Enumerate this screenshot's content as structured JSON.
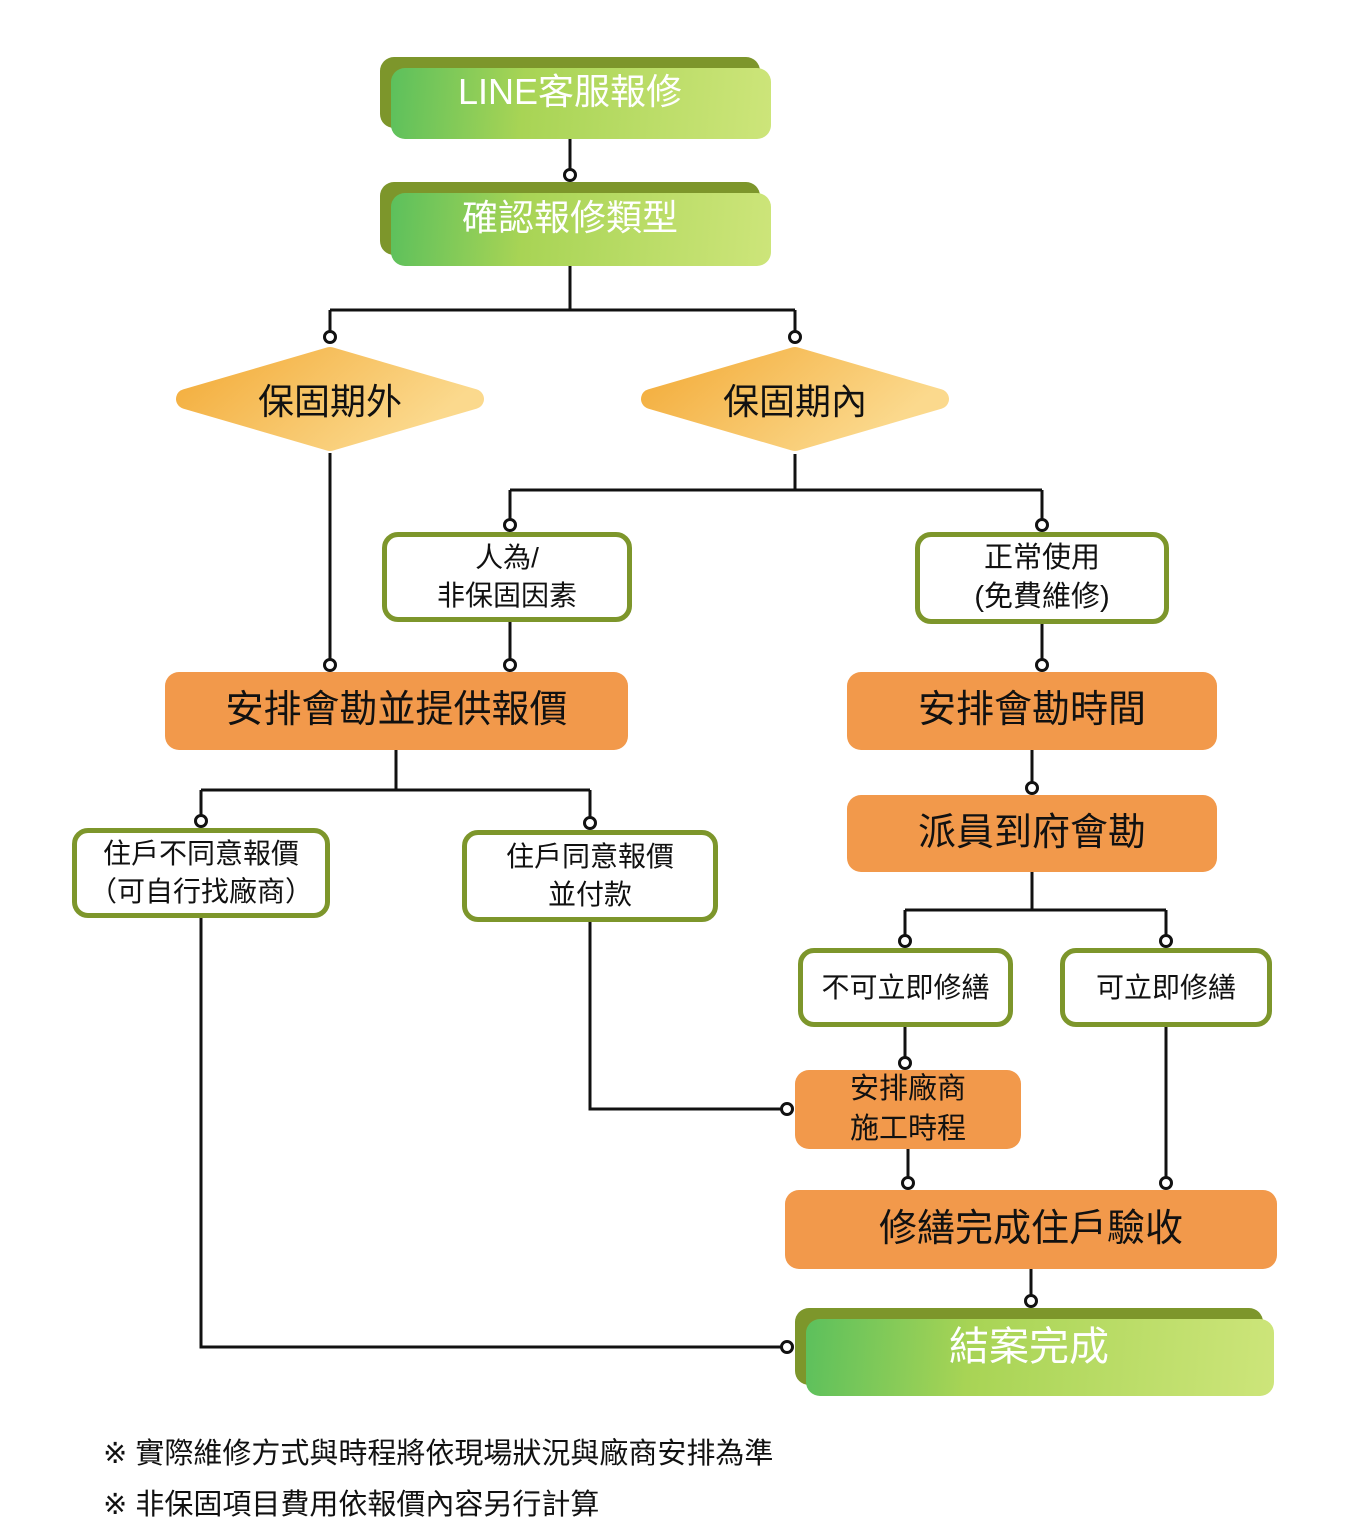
{
  "palette": {
    "green_box": "#7D962B",
    "green_shadow_from": "#5CC05C",
    "green_shadow_to": "#CDE57A",
    "orange_box": "#F2994B",
    "diamond_gradient_from": "#F3AC3A",
    "diamond_gradient_to": "#FBD98D",
    "white_box_border": "#7D962B",
    "connector_line": "#111111"
  },
  "nodes": {
    "line_report": {
      "label": "LINE客服報修"
    },
    "confirm_type": {
      "label": "確認報修類型"
    },
    "out_of_warranty": {
      "label": "保固期外"
    },
    "in_warranty": {
      "label": "保固期內"
    },
    "man_made": {
      "label": "人為/\n非保固因素"
    },
    "normal_use": {
      "label": "正常使用\n(免費維修)"
    },
    "survey_quote": {
      "label": "安排會勘並提供報價"
    },
    "survey_time": {
      "label": "安排會勘時間"
    },
    "dispatch_survey": {
      "label": "派員到府會勘"
    },
    "reject_quote": {
      "label": "住戶不同意報價\n（可自行找廠商）"
    },
    "accept_quote": {
      "label": "住戶同意報價\n並付款"
    },
    "cannot_repair_now": {
      "label": "不可立即修繕"
    },
    "can_repair_now": {
      "label": "可立即修繕"
    },
    "arrange_contractor": {
      "label": "安排廠商\n施工時程"
    },
    "repair_acceptance": {
      "label": "修繕完成住戶驗收"
    },
    "case_closed": {
      "label": "結案完成"
    }
  },
  "notes": {
    "note1": "※ 實際維修方式與時程將依現場狀況與廠商安排為準",
    "note2": "※ 非保固項目費用依報價內容另行計算"
  }
}
